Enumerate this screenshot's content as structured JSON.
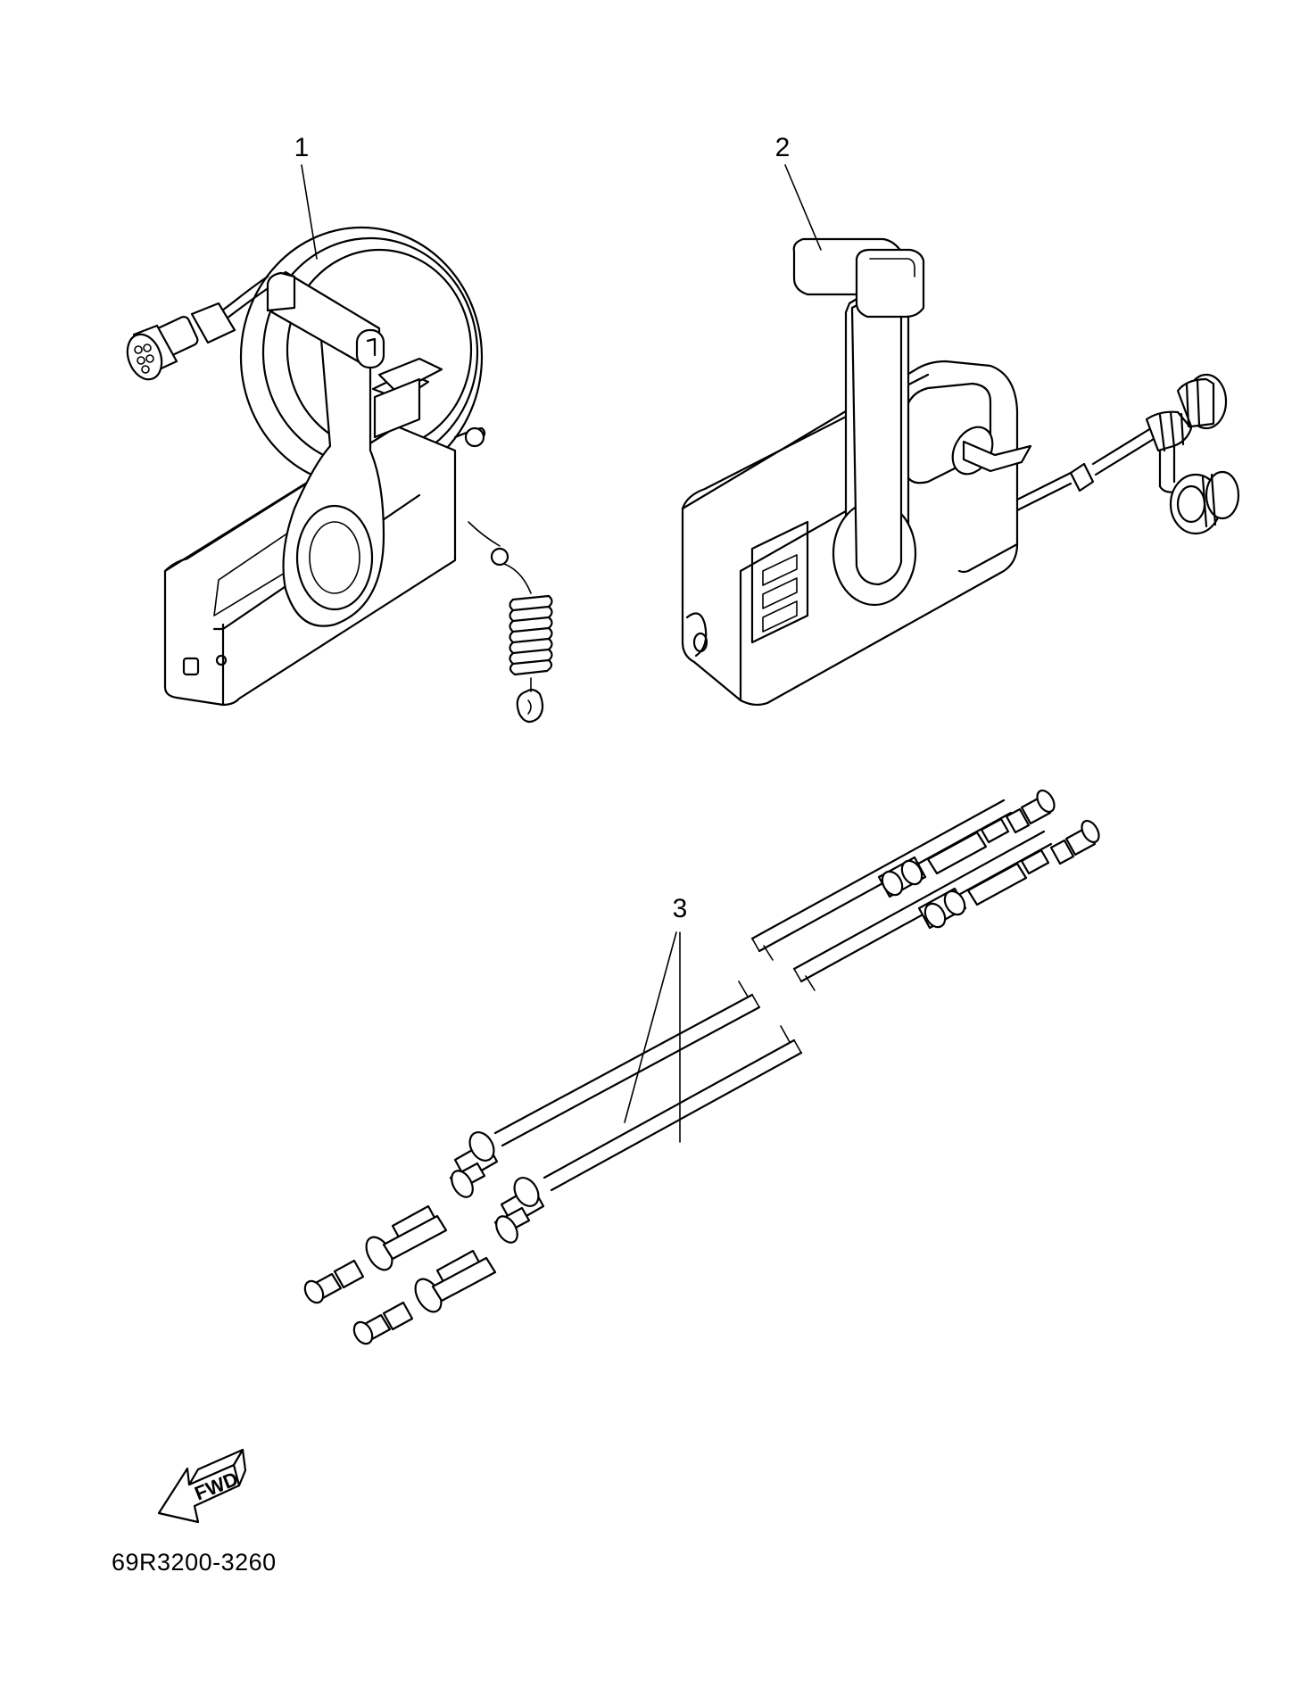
{
  "callouts": [
    {
      "id": "1",
      "label": "1"
    },
    {
      "id": "2",
      "label": "2"
    },
    {
      "id": "3",
      "label": "3"
    }
  ],
  "direction_marker": {
    "label": "FWD",
    "icon": "fwd-arrow-icon"
  },
  "diagram_code": "69R3200-3260",
  "colors": {
    "line": "#000000",
    "background": "#ffffff"
  }
}
